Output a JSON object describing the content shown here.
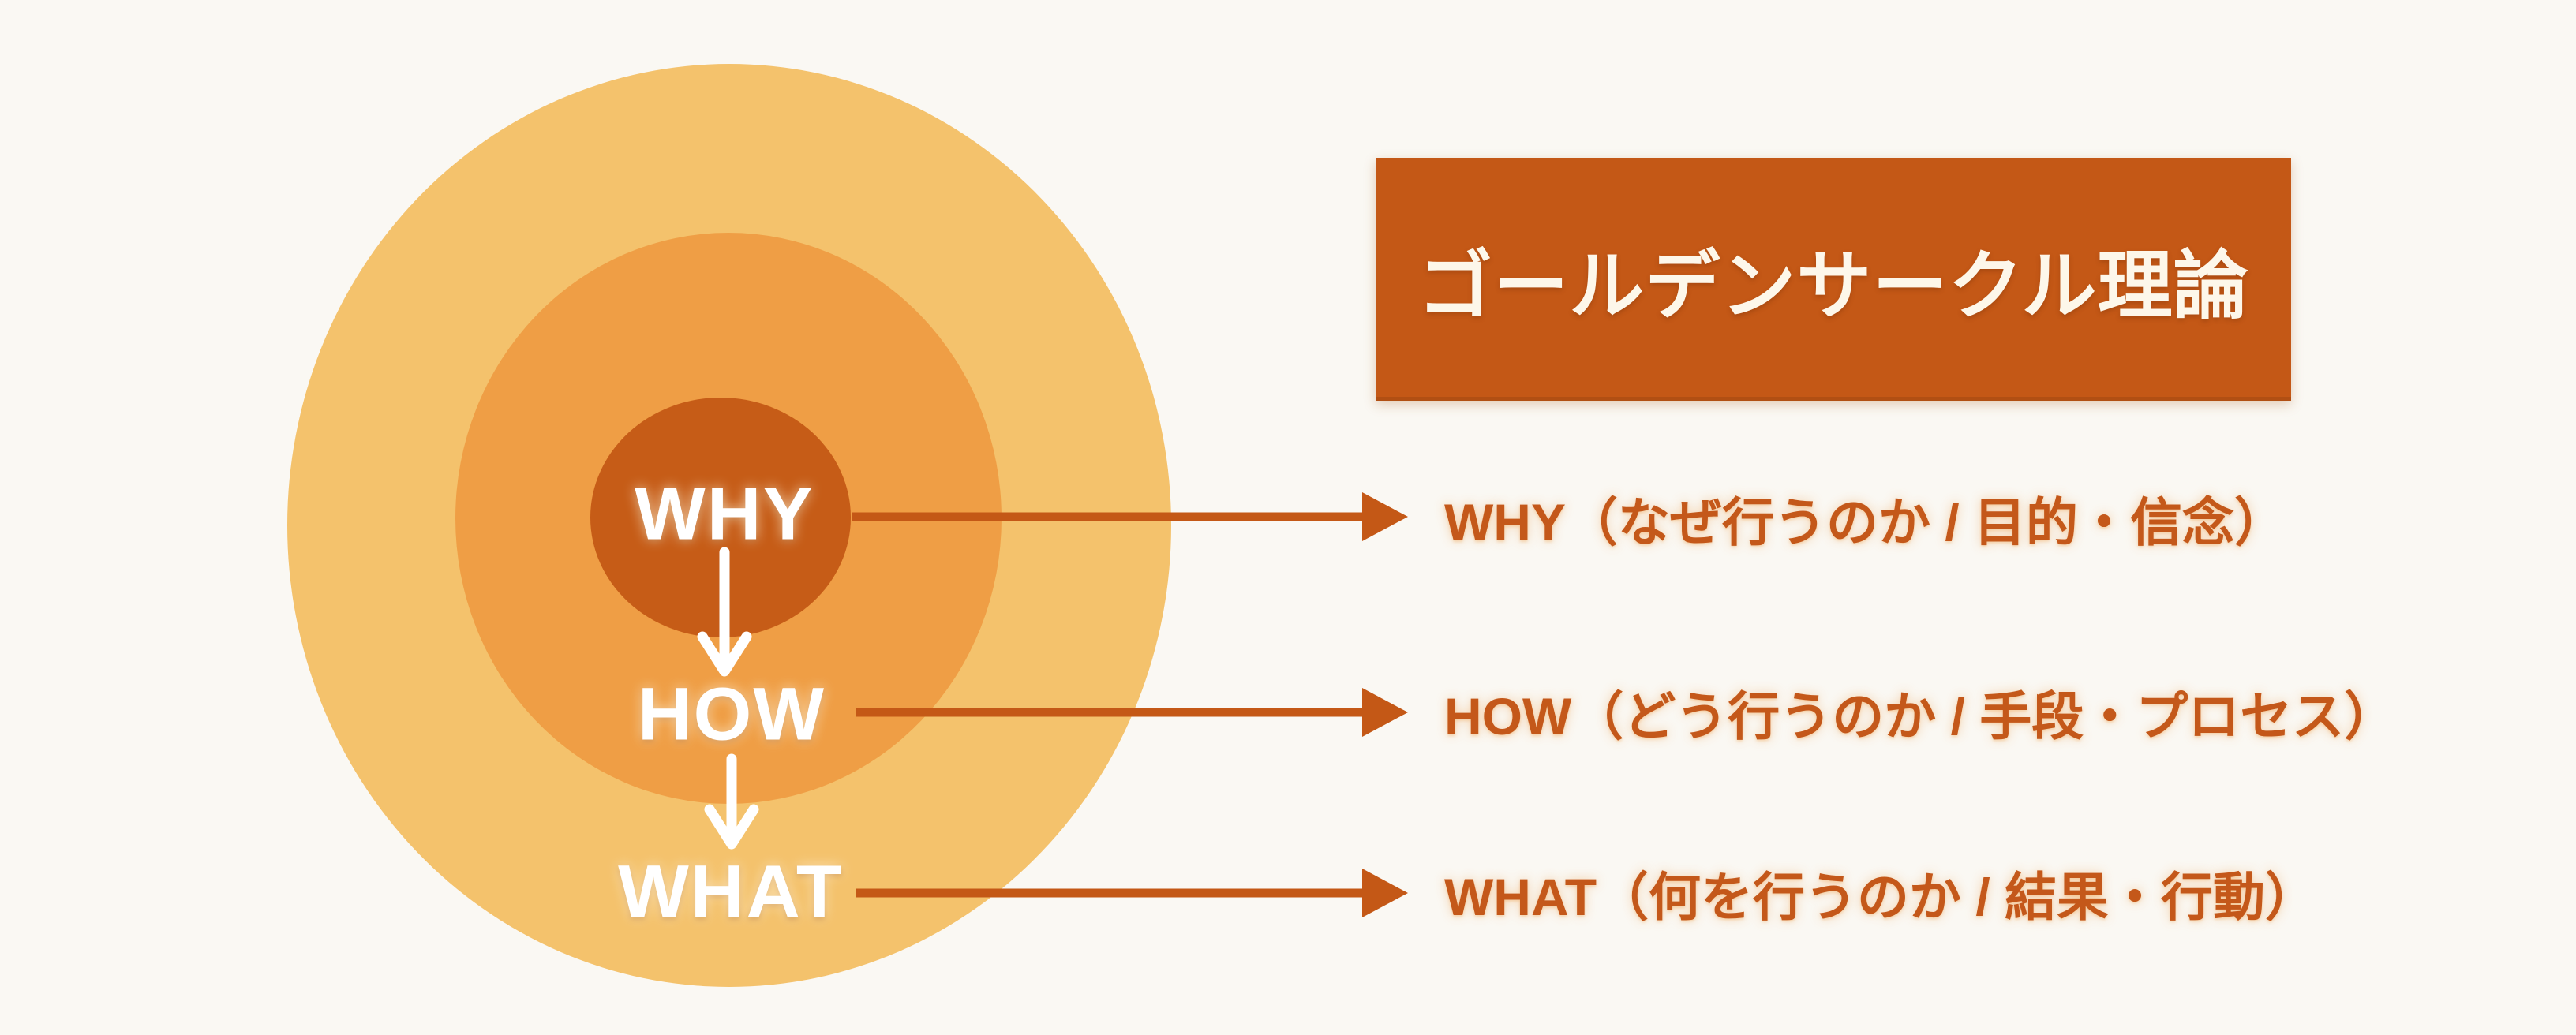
{
  "title": {
    "text": "ゴールデンサークル理論"
  },
  "rings": {
    "why": {
      "label": "WHY"
    },
    "how": {
      "label": "HOW"
    },
    "what": {
      "label": "WHAT"
    }
  },
  "annotations": [
    {
      "label": "WHY（なぜ行うのか / 目的・信念）"
    },
    {
      "label": "HOW（どう行うのか / 手段・プロセス）"
    },
    {
      "label": "WHAT（何を行うのか / 結果・行動）"
    }
  ],
  "colors": {
    "background": "#faf8f3",
    "outer_ring": "#f4c26c",
    "middle_ring": "#ef9e45",
    "inner_ring": "#c65c17",
    "title_box_bg": "#c45816",
    "title_text": "#fdf7ea",
    "accent_text": "#c4581a",
    "arrow": "#c45816",
    "ring_label_text": "#ffffff"
  }
}
